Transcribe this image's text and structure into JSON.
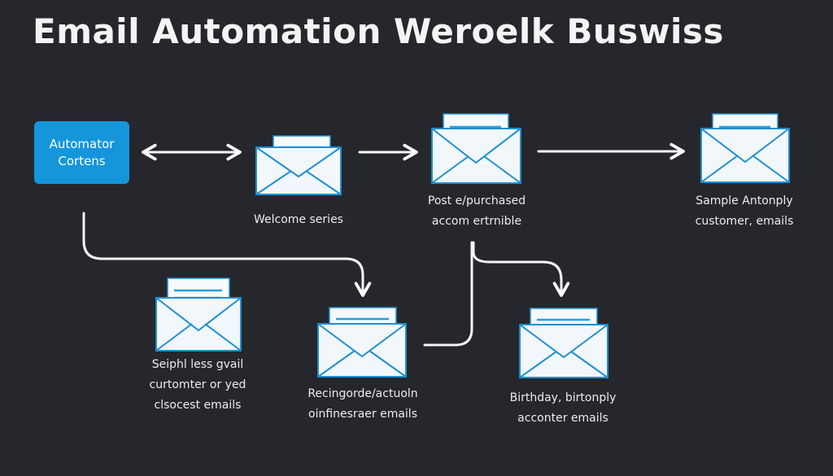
{
  "title": "Email Automation  Weroelk Buswiss",
  "start_node": {
    "line1": "Automator",
    "line2": "Cortens"
  },
  "emails": [
    {
      "id": "welcome",
      "lines": [
        "Welcome series"
      ]
    },
    {
      "id": "post-purchase",
      "lines": [
        "Post e/purchased",
        "accom ertrnible"
      ]
    },
    {
      "id": "sample",
      "lines": [
        "Sample Antonply",
        "customer, emails"
      ]
    },
    {
      "id": "seiphl",
      "lines": [
        "Seiphl less gvail",
        "curtomter or yed",
        "clsocest emails"
      ]
    },
    {
      "id": "reengage",
      "lines": [
        "Recingorde/actuoln",
        "oinfinesraer emails"
      ]
    },
    {
      "id": "birthday",
      "lines": [
        "Birthday, birtonply",
        "acconter emails"
      ]
    }
  ],
  "colors": {
    "background": "#25272c",
    "accent": "#1596db",
    "envelope_fill": "#f2f7fb",
    "envelope_stroke": "#1f8fd0",
    "text": "#ececec"
  },
  "icons": [
    "envelope-icon",
    "arrow-icon"
  ]
}
